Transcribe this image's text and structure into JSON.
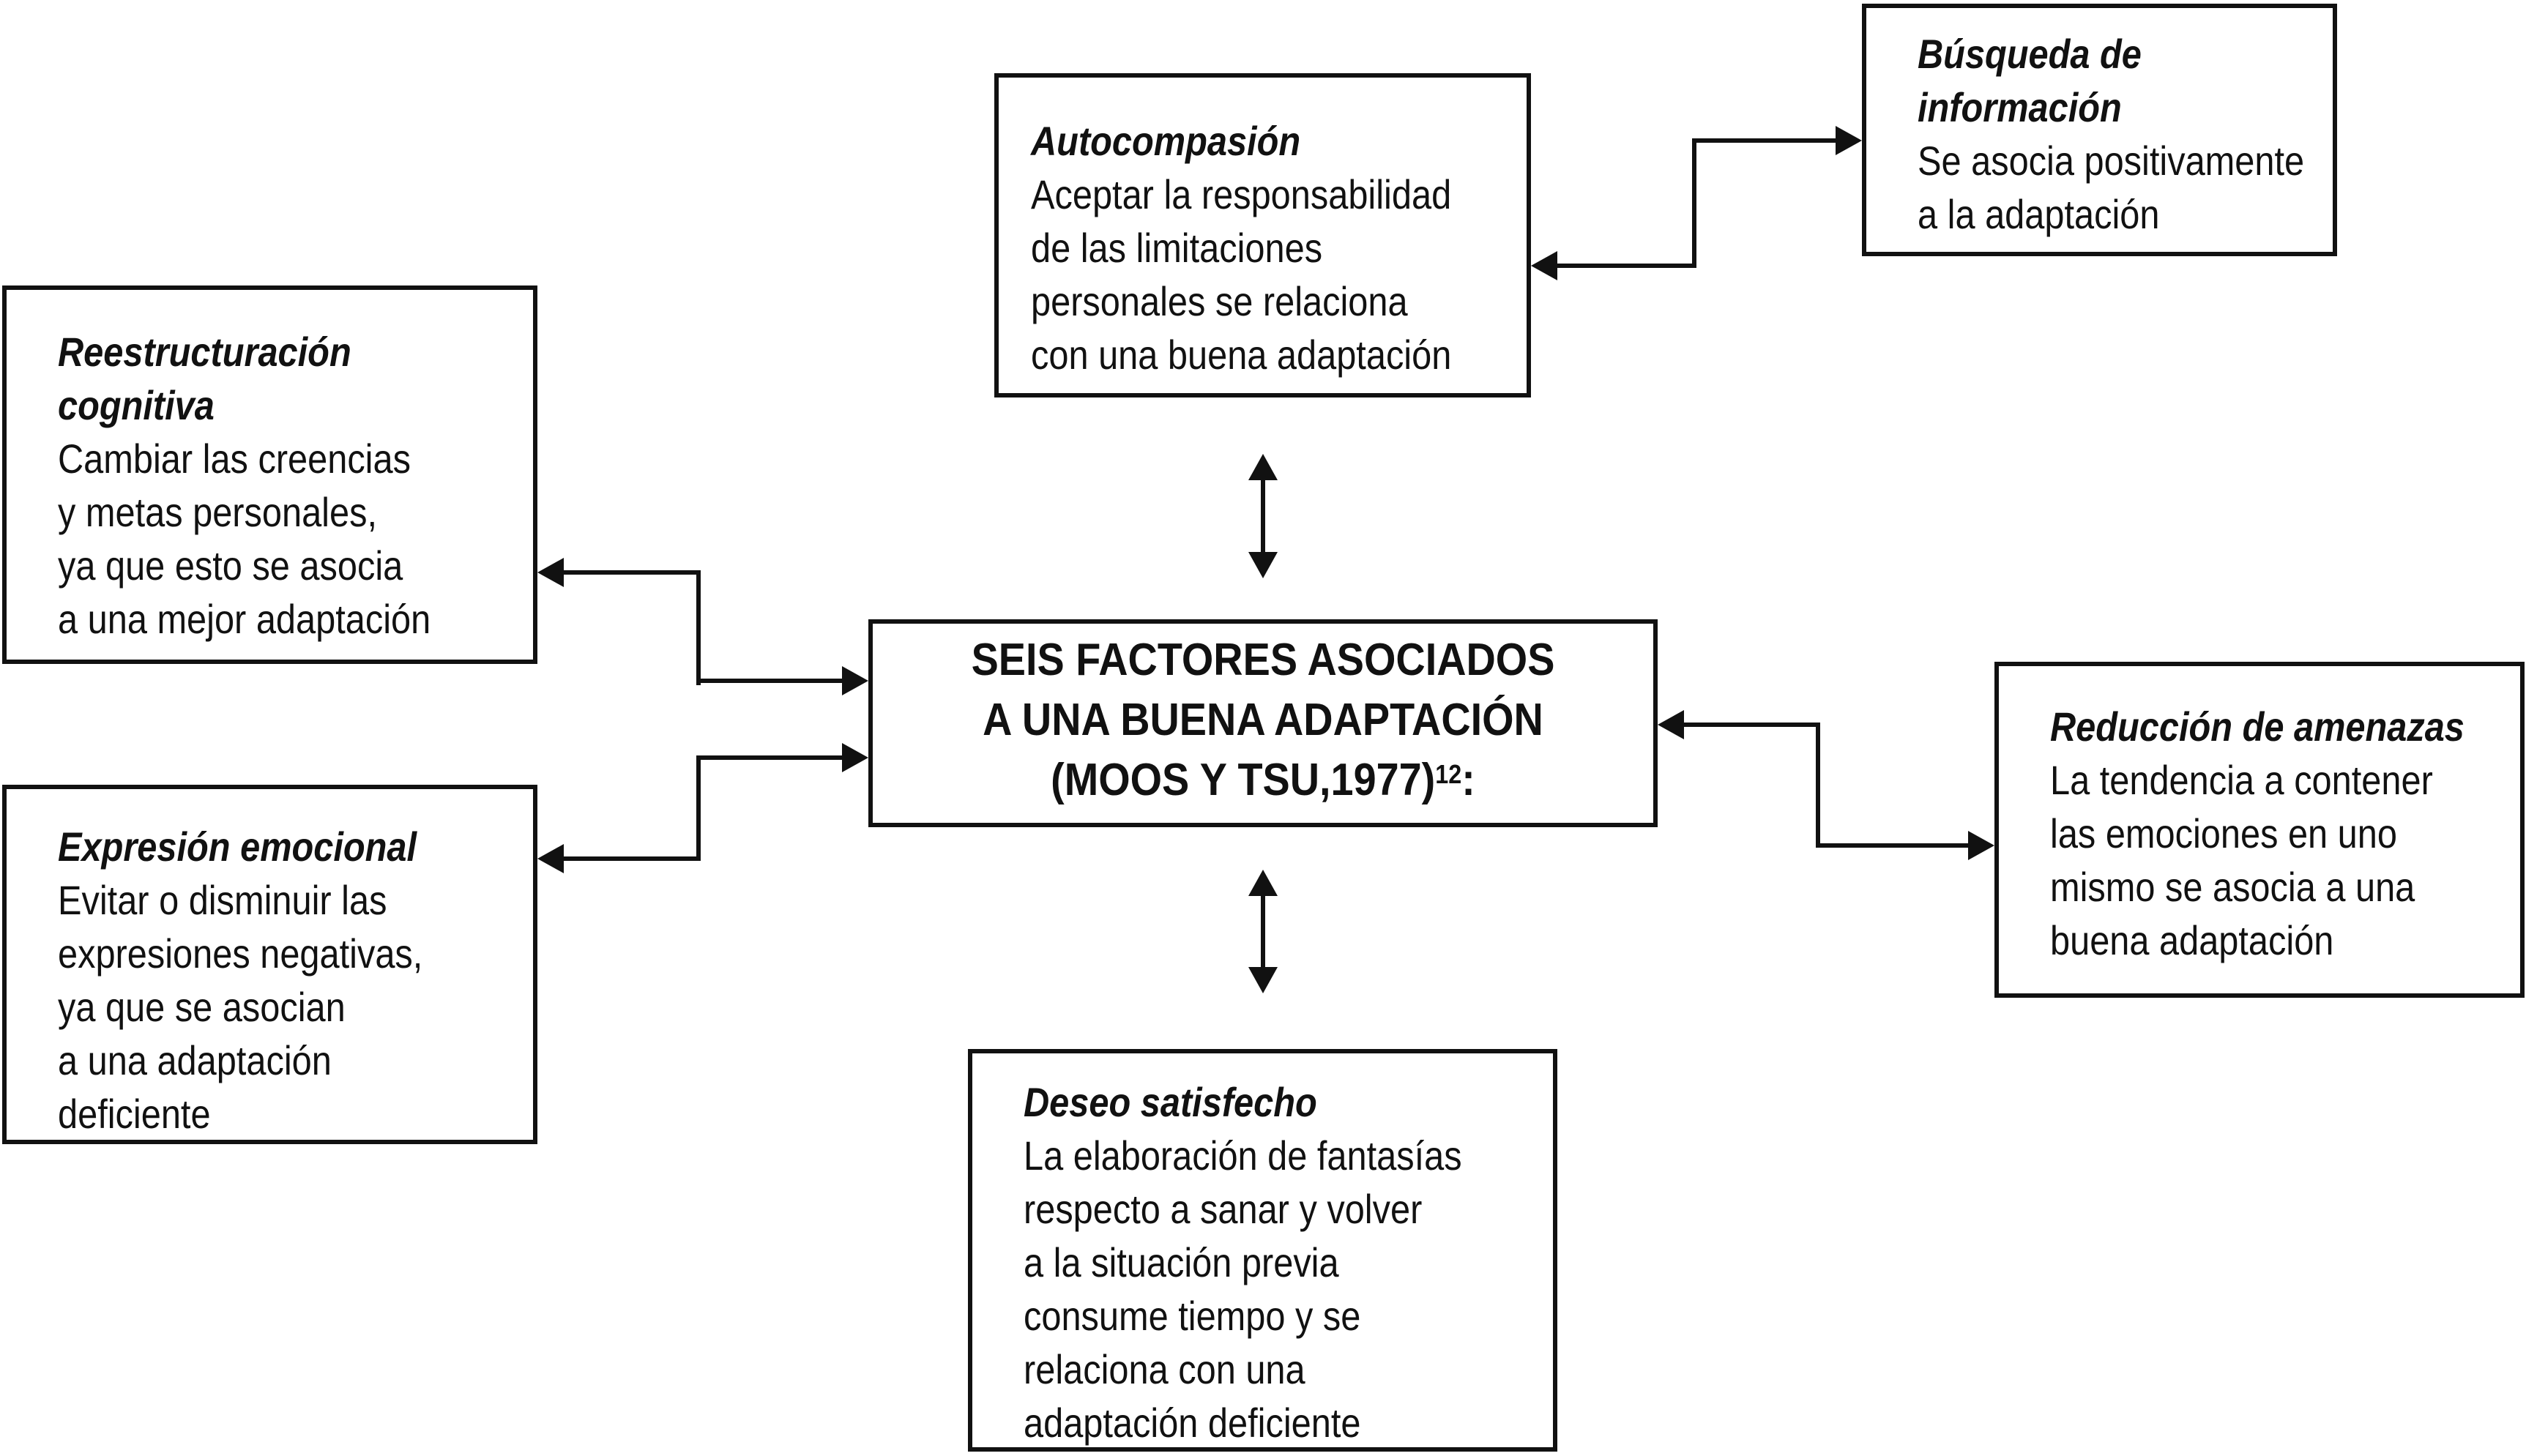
{
  "diagram": {
    "colors": {
      "stroke": "#111111",
      "background": "#ffffff",
      "text": "#111111"
    },
    "central": {
      "line1": "SEIS FACTORES ASOCIADOS",
      "line2": "A UNA BUENA ADAPTACIÓN",
      "line3_main": "(MOOS Y TSU,1977)",
      "line3_sup": "12",
      "line3_suffix": ":"
    },
    "nodes": {
      "reestructuracion": {
        "title_1": "Reestructuración",
        "title_2": "cognitiva",
        "body": [
          "Cambiar las creencias",
          "y metas personales,",
          "ya que esto se asocia",
          "a una mejor adaptación"
        ]
      },
      "expresion": {
        "title_1": "Expresión emocional",
        "body": [
          "Evitar o disminuir las",
          "expresiones negativas,",
          "ya que se asocian",
          "a una adaptación",
          "deficiente"
        ]
      },
      "autocompasion": {
        "title_1": "Autocompasión",
        "body": [
          "Aceptar la responsabilidad",
          "de las limitaciones",
          "personales se relaciona",
          "con una buena adaptación"
        ]
      },
      "busqueda": {
        "title_1": "Búsqueda de",
        "title_2": "información",
        "body": [
          "Se asocia positivamente",
          "a la adaptación"
        ]
      },
      "reduccion": {
        "title_1": "Reducción de amenazas",
        "body": [
          "La tendencia a contener",
          "las emociones en uno",
          "mismo se asocia a una",
          "buena adaptación"
        ]
      },
      "deseo": {
        "title_1": "Deseo satisfecho",
        "body": [
          "La elaboración de fantasías",
          "respecto a sanar y volver",
          "a la situación previa",
          "consume tiempo y se",
          "relaciona con una",
          "adaptación deficiente"
        ]
      }
    }
  }
}
